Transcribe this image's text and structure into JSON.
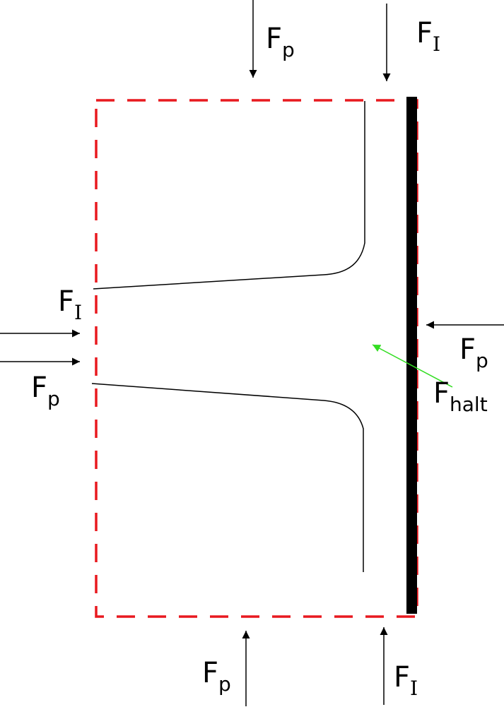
{
  "colors": {
    "control_volume": "#e8191f",
    "plate": "#000000",
    "jet_outline": "#000000",
    "force_arrows": "#000000",
    "holding_force_arrow": "#33dd22",
    "background": "#ffffff"
  },
  "labels": {
    "top_pressure": {
      "main": "F",
      "sub": "p"
    },
    "top_impulse": {
      "main": "F",
      "sub": "I"
    },
    "left_impulse": {
      "main": "F",
      "sub": "I"
    },
    "left_pressure": {
      "main": "F",
      "sub": "p"
    },
    "right_pressure": {
      "main": "F",
      "sub": "p"
    },
    "holding_force": {
      "main": "F",
      "sub": "halt"
    },
    "bottom_pressure": {
      "main": "F",
      "sub": "p"
    },
    "bottom_impulse": {
      "main": "F",
      "sub": "I"
    }
  }
}
